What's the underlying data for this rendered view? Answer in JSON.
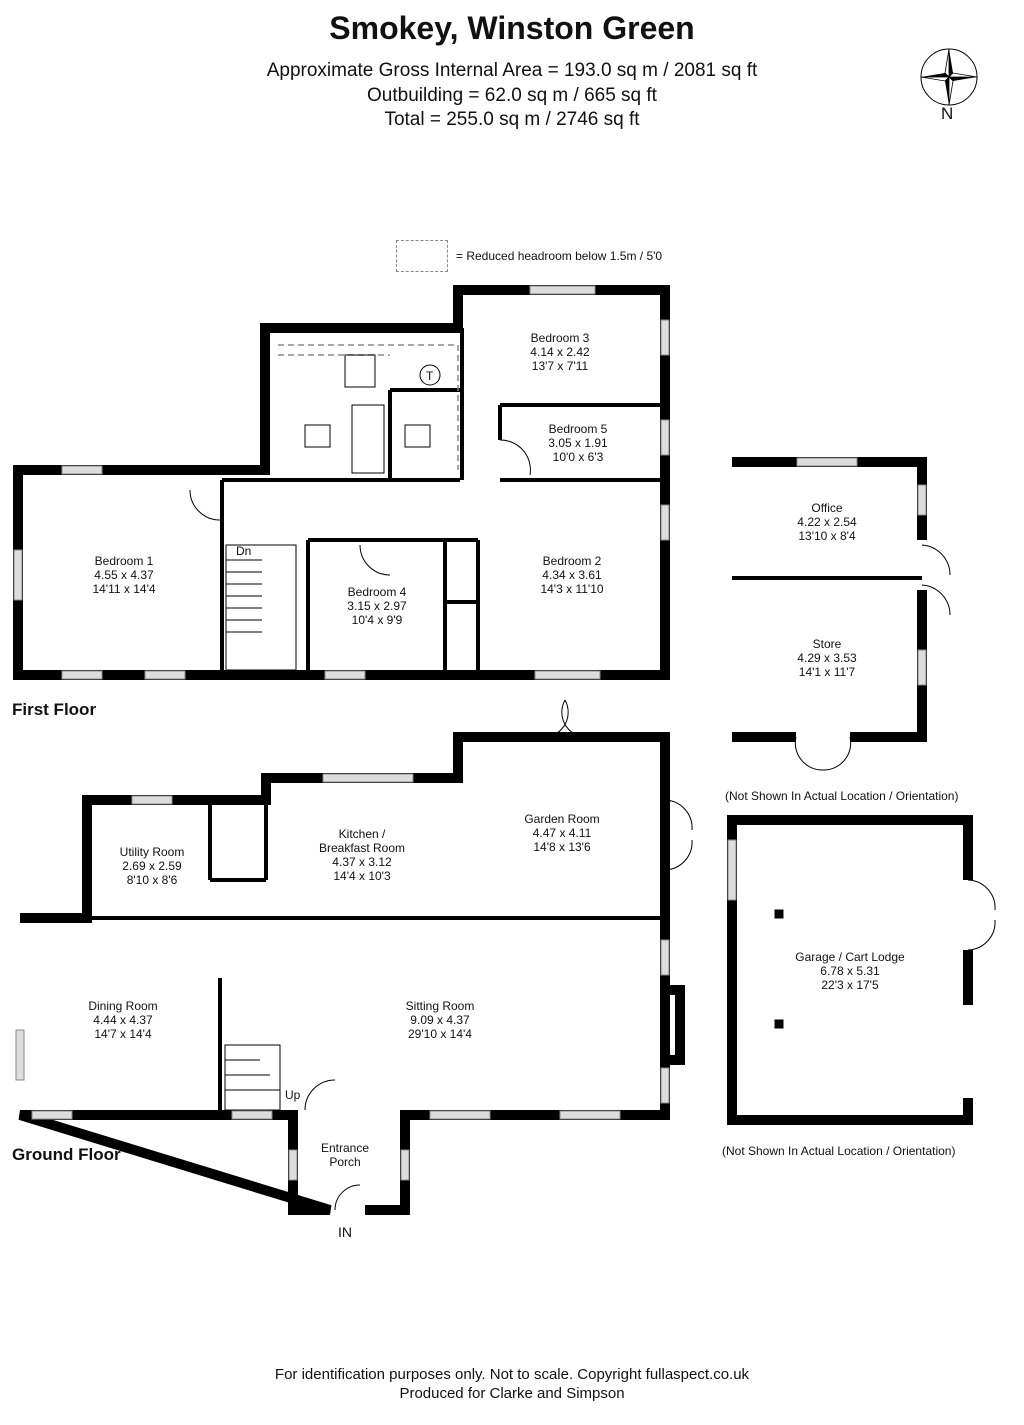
{
  "header": {
    "title": "Smokey, Winston Green",
    "area_lines": [
      "Approximate Gross Internal Area = 193.0 sq m / 2081 sq ft",
      "Outbuilding = 62.0 sq m / 665 sq ft",
      "Total = 255.0 sq m / 2746 sq ft"
    ]
  },
  "compass": {
    "icon": "compass-rose-icon",
    "label": "N"
  },
  "legend": {
    "icon": "dashed-box-icon",
    "text": "= Reduced headroom below 1.5m / 5'0"
  },
  "first_floor": {
    "label": "First Floor",
    "stairs_label": "Dn",
    "rooms": [
      {
        "name": "Bedroom 1",
        "metric": "4.55 x 4.37",
        "imperial": "14'11 x 14'4"
      },
      {
        "name": "Bedroom 2",
        "metric": "4.34 x 3.61",
        "imperial": "14'3 x 11'10"
      },
      {
        "name": "Bedroom 3",
        "metric": "4.14 x 2.42",
        "imperial": "13'7 x 7'11"
      },
      {
        "name": "Bedroom 4",
        "metric": "3.15 x 2.97",
        "imperial": "10'4 x 9'9"
      },
      {
        "name": "Bedroom 5",
        "metric": "3.05 x 1.91",
        "imperial": "10'0 x 6'3"
      }
    ],
    "tank_label": "T"
  },
  "ground_floor": {
    "label": "Ground Floor",
    "stairs_label": "Up",
    "entrance_label": "IN",
    "rooms": [
      {
        "name": "Utility Room",
        "metric": "2.69 x 2.59",
        "imperial": "8'10 x 8'6"
      },
      {
        "name": "Kitchen /",
        "name2": "Breakfast Room",
        "metric": "4.37 x 3.12",
        "imperial": "14'4 x 10'3"
      },
      {
        "name": "Garden Room",
        "metric": "4.47 x 4.11",
        "imperial": "14'8 x 13'6"
      },
      {
        "name": "Dining Room",
        "metric": "4.44 x 4.37",
        "imperial": "14'7 x 14'4"
      },
      {
        "name": "Sitting Room",
        "metric": "9.09 x 4.37",
        "imperial": "29'10 x 14'4"
      },
      {
        "name": "Entrance",
        "name2": "Porch"
      }
    ]
  },
  "outbuildings": {
    "office_store": {
      "rooms": [
        {
          "name": "Office",
          "metric": "4.22 x 2.54",
          "imperial": "13'10 x 8'4"
        },
        {
          "name": "Store",
          "metric": "4.29 x 3.53",
          "imperial": "14'1 x 11'7"
        }
      ],
      "note": "(Not Shown In Actual Location / Orientation)"
    },
    "garage": {
      "rooms": [
        {
          "name": "Garage / Cart Lodge",
          "metric": "6.78 x 5.31",
          "imperial": "22'3 x 17'5"
        }
      ],
      "note": "(Not Shown In Actual Location / Orientation)"
    }
  },
  "footer": {
    "line1": "For identification purposes only. Not to scale. Copyright fullaspect.co.uk",
    "line2": "Produced for Clarke and Simpson"
  },
  "colors": {
    "wall": "#000000",
    "window": "#cccccc",
    "background": "#ffffff",
    "dashed": "#888888"
  }
}
